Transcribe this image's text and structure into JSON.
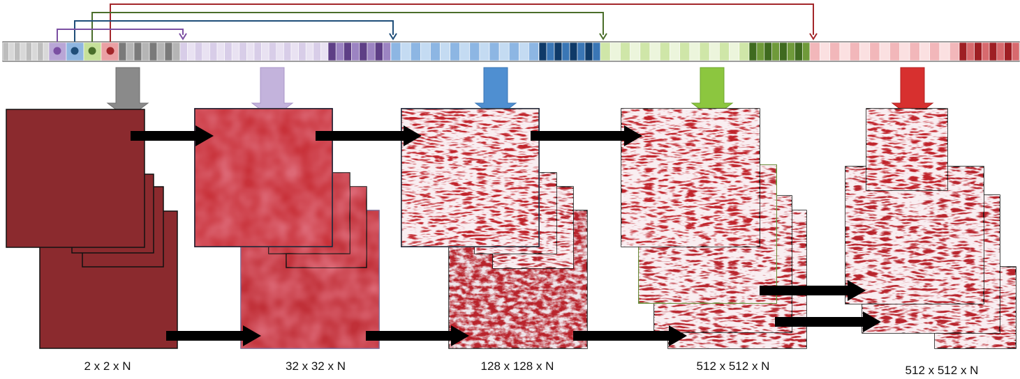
{
  "stages": [
    {
      "id": "s2",
      "label": "2 x 2 x N",
      "color": "#8a8a8a"
    },
    {
      "id": "s32",
      "label": "32 x 32 x N",
      "color": "#b9a6d6"
    },
    {
      "id": "s128",
      "label": "128 x 128 x N",
      "color": "#4f8fd1"
    },
    {
      "id": "s512a",
      "label": "512 x 512 x N",
      "color": "#8cc63f"
    },
    {
      "id": "s512b",
      "label": "512 x 512 x N",
      "color": "#d7302f"
    }
  ],
  "colors": {
    "gray": "#9a9a9a",
    "purple": "#7b4fa2",
    "blue": "#1f4e79",
    "green": "#4a6e2a",
    "red": "#a3262a",
    "tissue_dark": "#8b2a2e",
    "tissue_bright": "#c8242a",
    "arrow": "#000000"
  }
}
